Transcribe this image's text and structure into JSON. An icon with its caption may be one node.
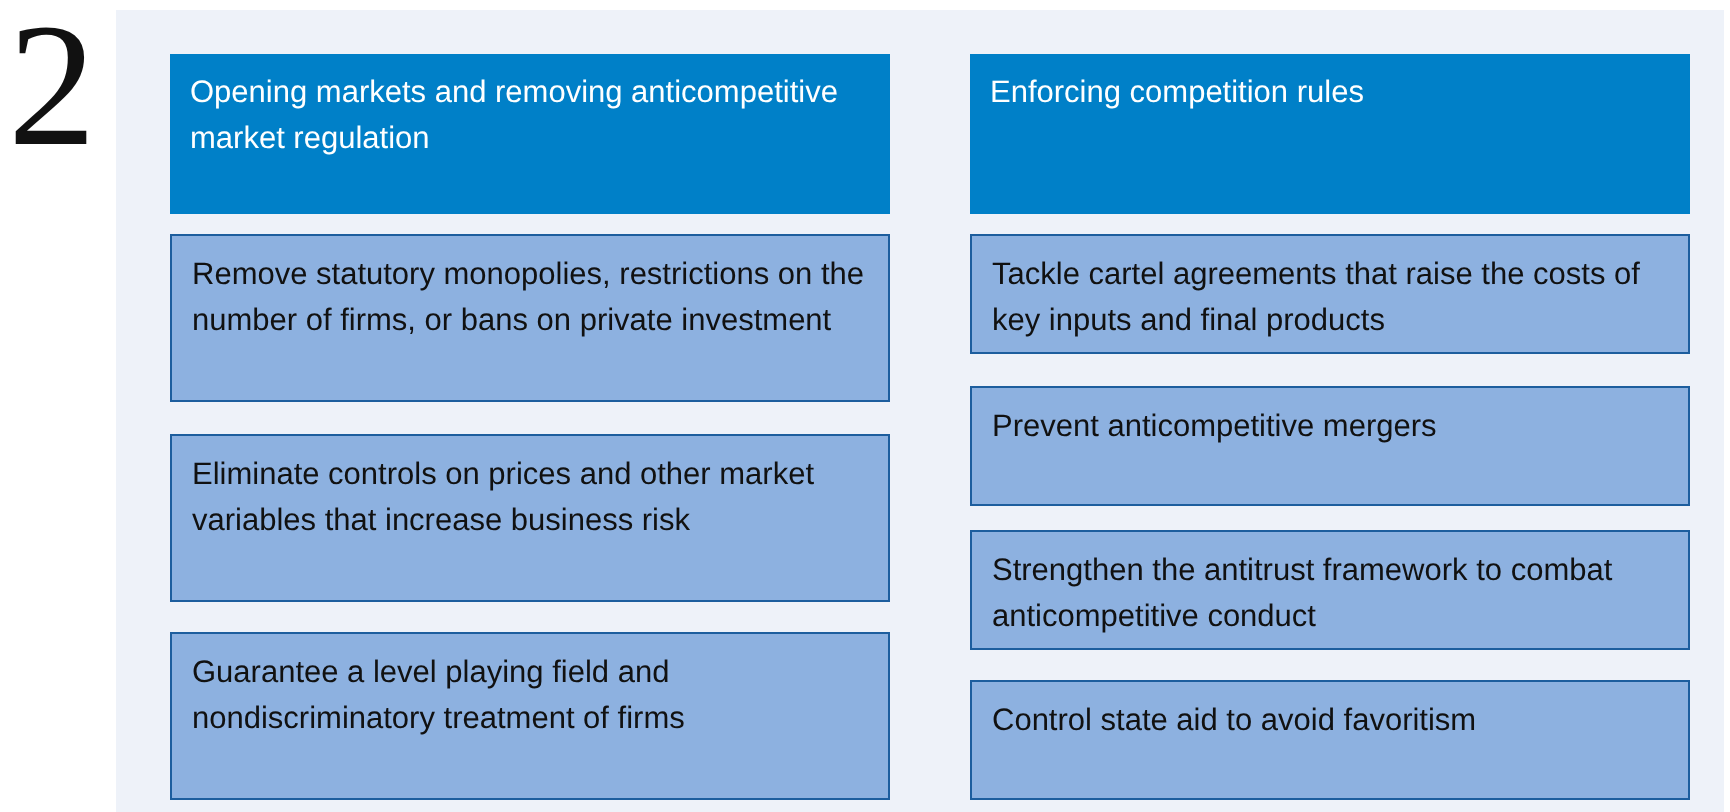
{
  "diagram": {
    "nodes": [
      {
        "text": [
          "Opening markets and removing anticompetitive market regulation"
        ]
      },
      {
        "text": [
          "Remove statutory monopolies, restrictions on the number of firms, or bans on private investment"
        ]
      },
      {
        "text": [
          "Eliminate controls on prices and other market variables that increase business risk"
        ]
      },
      {
        "text": [
          "Guarantee a level playing field and nondiscriminatory treatment of firms"
        ]
      },
      {
        "text": [
          "Enforcing competition rules"
        ]
      },
      {
        "text": [
          "Tackle cartel agreements that raise the costs of key inputs and final products"
        ]
      },
      {
        "text": [
          "Prevent anticompetitive mergers"
        ]
      },
      {
        "text": [
          "Strengthen the antitrust framework to combat anticompetitive conduct"
        ]
      },
      {
        "text": [
          "Control state aid to avoid favoritism"
        ]
      }
    ],
    "edges": [],
    "labels": [
      "2"
    ]
  }
}
